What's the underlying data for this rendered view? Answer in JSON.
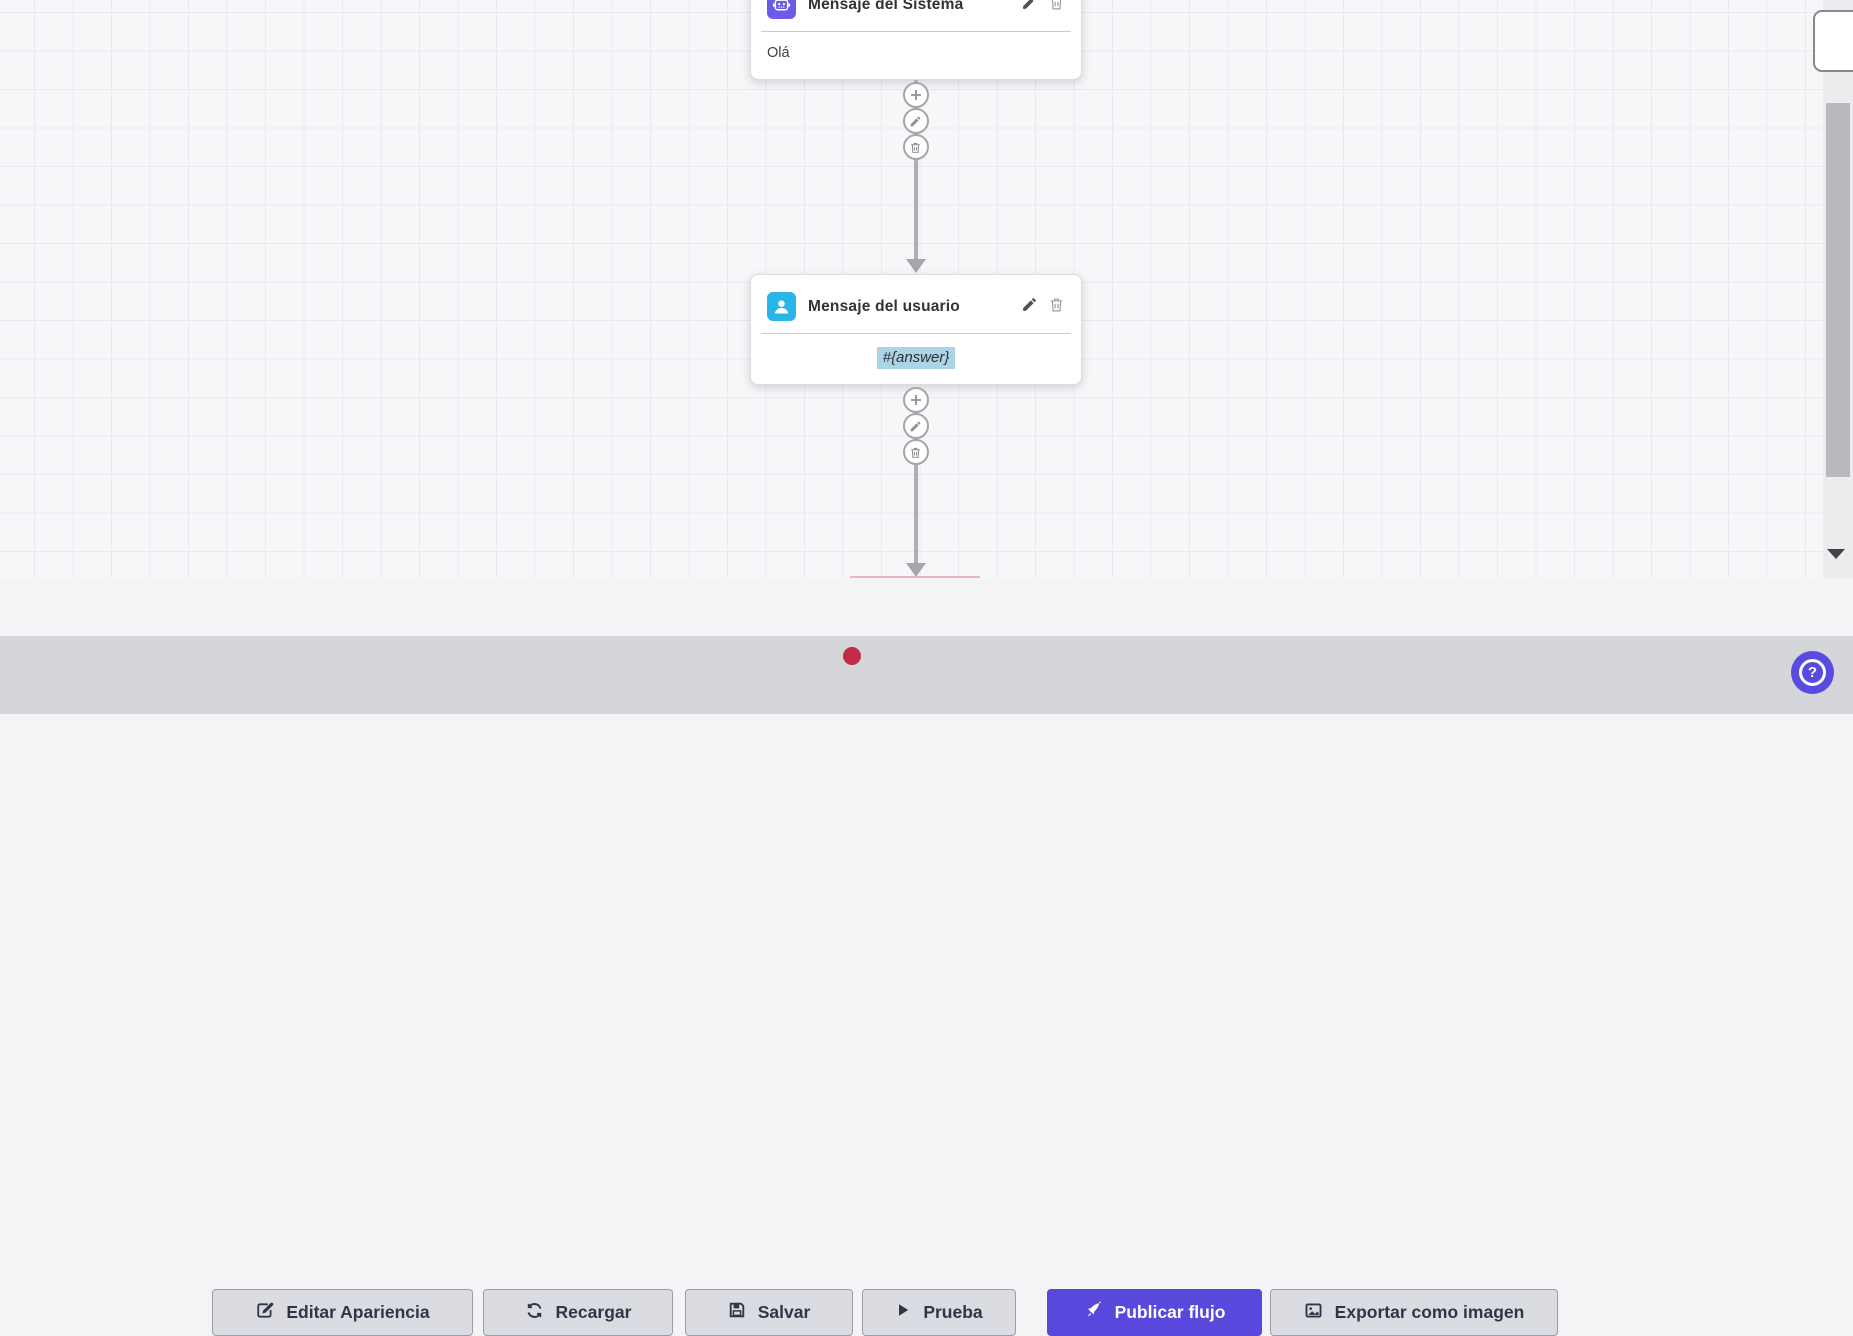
{
  "nodes": {
    "system": {
      "title": "Mensaje del Sistema",
      "body": "Olá"
    },
    "user": {
      "title": "Mensaje del usuario",
      "body": "#{answer}"
    }
  },
  "toolbar": {
    "edit_appearance": "Editar Apariencia",
    "reload": "Recargar",
    "save": "Salvar",
    "test": "Prueba",
    "publish": "Publicar flujo",
    "export_image": "Exportar como imagen"
  },
  "help_button": {
    "glyph": "?"
  },
  "colors": {
    "primary_purple": "#5848dc",
    "system_icon_purple": "#6b5ce7",
    "user_icon_cyan": "#29b5e8",
    "unsaved_badge_red": "#c12b47",
    "variable_highlight_blue": "#abd4e6",
    "help_purple": "#5a4be0"
  }
}
